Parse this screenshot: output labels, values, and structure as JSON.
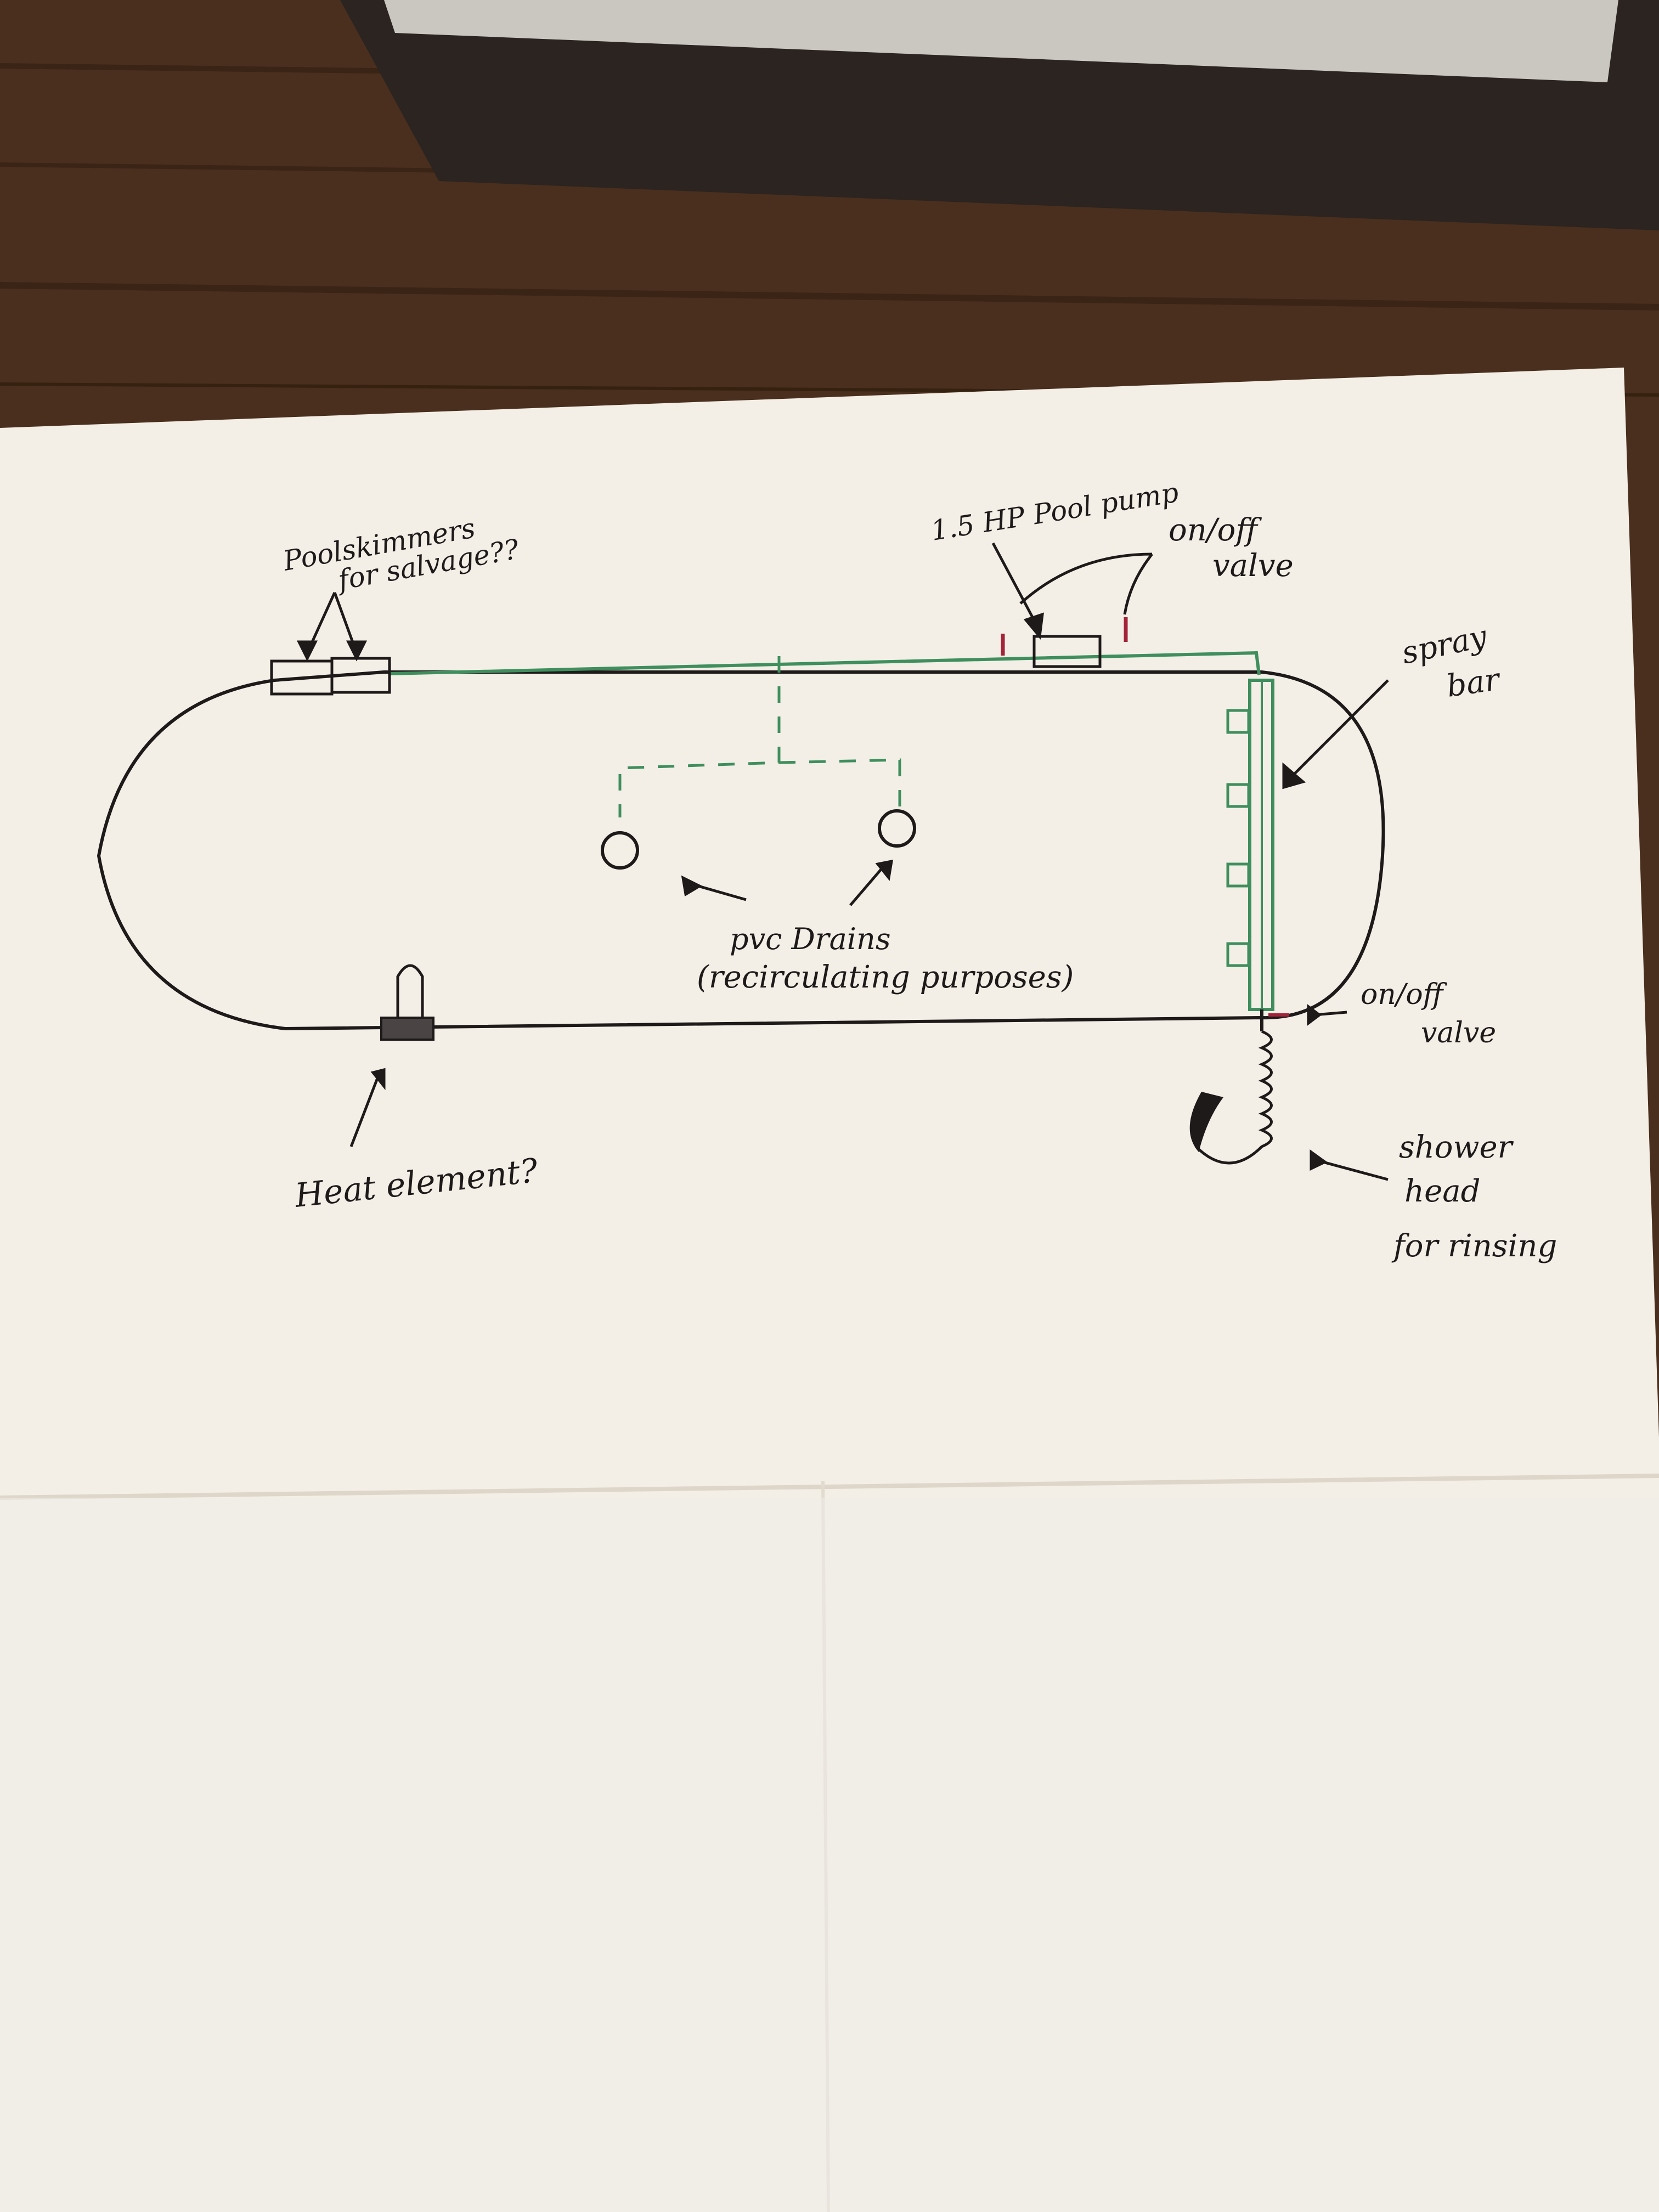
{
  "colors": {
    "table": "#4a2f1e",
    "paper": "#f4efe6",
    "ink": "#1e1a1a",
    "pipe_green": "#3f8f5e",
    "valve_red": "#a3243a"
  },
  "labels": {
    "pool_skimmers_line1": "Poolskimmers",
    "pool_skimmers_line2": "for salvage??",
    "pool_pump": "1.5 HP Pool pump",
    "valve_top_line1": "on/off",
    "valve_top_line2": "valve",
    "spray_bar_line1": "spray",
    "spray_bar_line2": "bar",
    "drains_line1": "pvc Drains",
    "drains_line2": "(recirculating purposes)",
    "valve_bottom_line1": "on/off",
    "valve_bottom_line2": "valve",
    "heat_element": "Heat element?",
    "shower_line1": "shower",
    "shower_line2": "head",
    "shower_line3": "for rinsing"
  }
}
